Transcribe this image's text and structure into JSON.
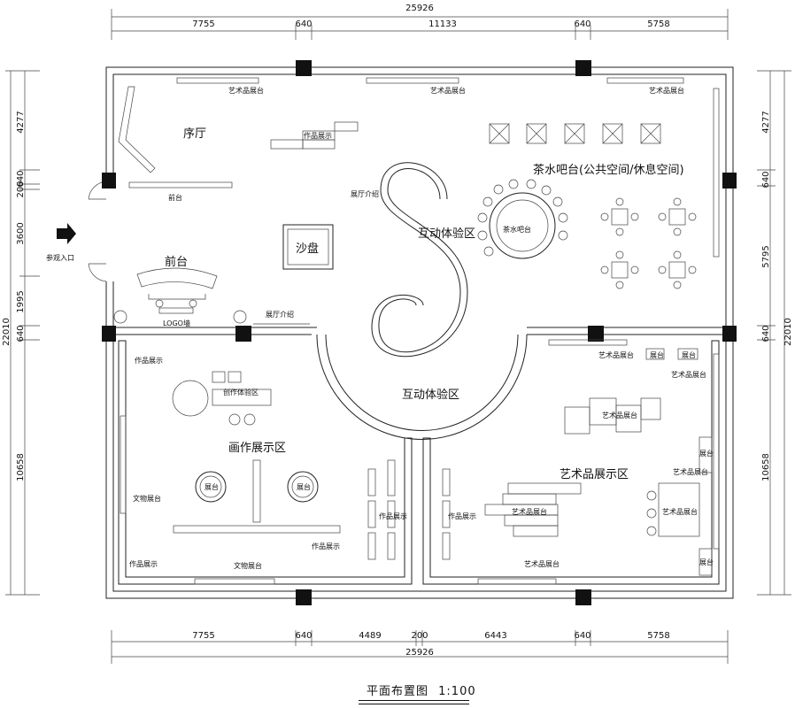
{
  "title": "平面布置图",
  "scale": "1:100",
  "dims": {
    "top_total": "25926",
    "top_segments": [
      "7755",
      "640",
      "11133",
      "640",
      "5758"
    ],
    "bottom_total": "25926",
    "bottom_segments": [
      "7755",
      "640",
      "4489",
      "200",
      "6443",
      "640",
      "5758"
    ],
    "left_total": "22010",
    "left_segments": [
      "4277",
      "640",
      "200",
      "3600",
      "1995",
      "640",
      "10658"
    ],
    "right_total": "22010",
    "right_segments": [
      "4277",
      "640",
      "5795",
      "640",
      "10658"
    ]
  },
  "zones": {
    "lobby": "序厅",
    "front_desk": "前台",
    "sand_table": "沙盘",
    "interactive_top": "互动体验区",
    "interactive_bottom": "互动体验区",
    "tea_bar": "茶水吧台(公共空间/休息空间)",
    "tea_counter": "茶水吧台",
    "painting": "画作展示区",
    "art_display": "艺术品展示区"
  },
  "labels": {
    "entrance": "参观入口",
    "logo_wall": "LOGO墙",
    "hall_intro": "展厅介绍",
    "exhibit_intro": "展厅介绍",
    "front_desk_small": "前台",
    "works_display_top": "作品展示",
    "art_cabinet_top1": "艺术品展台",
    "art_cabinet_top2": "艺术品展台",
    "art_cabinet_top3": "艺术品展台",
    "works_display_left_top": "作品展示",
    "creative_zone": "创作体验区",
    "relic_stand_left": "文物展台",
    "stand_left": "展台",
    "stand_right": "展台",
    "works_display_mid": "作品展示",
    "works_display_left_bottom": "作品展示",
    "relic_stand_bottom": "文物展台",
    "works_display_center": "作品展示",
    "works_display_right_col": "作品展示",
    "art_cabinet_r1": "艺术品展台",
    "art_cabinet_r2": "艺术品展台",
    "art_cabinet_r3": "艺术品展台",
    "art_cabinet_r4": "艺术品展台",
    "art_cabinet_r5": "艺术品展台",
    "art_cabinet_r6": "艺术品展台",
    "art_cabinet_r7": "艺术品展台",
    "stand_r1": "展台",
    "stand_r2": "展台",
    "stand_r3": "展台",
    "stand_r4": "展台"
  }
}
